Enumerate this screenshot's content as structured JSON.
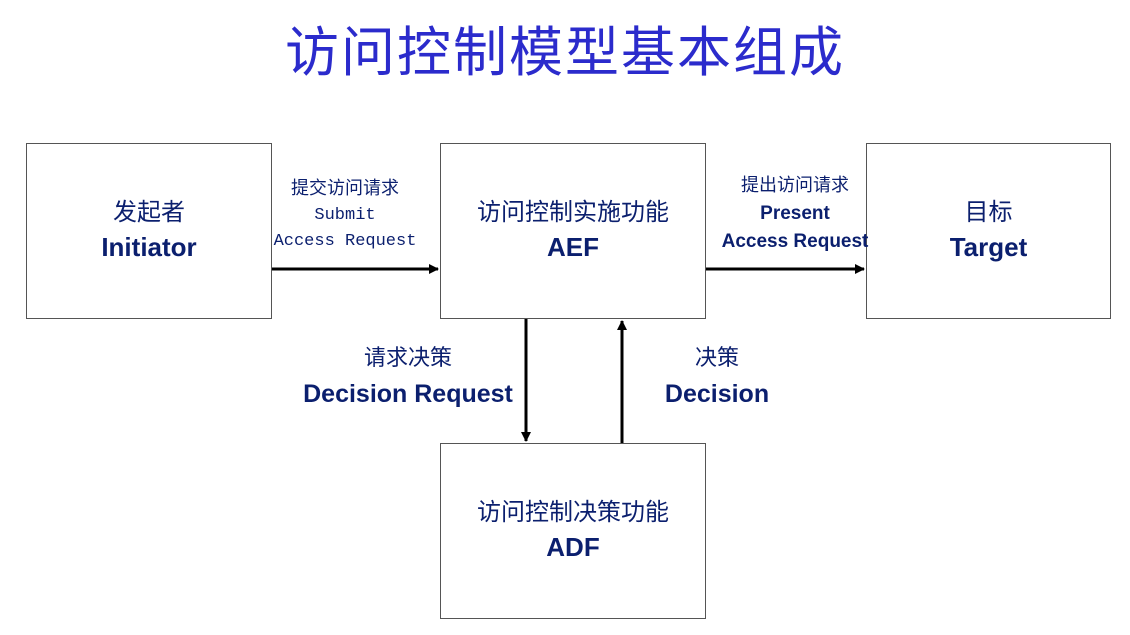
{
  "title": "访问控制模型基本组成",
  "nodes": {
    "initiator": {
      "zh": "发起者",
      "en": "Initiator"
    },
    "aef": {
      "zh": "访问控制实施功能",
      "en": "AEF"
    },
    "target": {
      "zh": "目标",
      "en": "Target"
    },
    "adf": {
      "zh": "访问控制决策功能",
      "en": "ADF"
    }
  },
  "edges": {
    "submit": {
      "zh": "提交访问请求",
      "en1": "Submit",
      "en2": "Access Request"
    },
    "present": {
      "zh": "提出访问请求",
      "en1": "Present",
      "en2": "Access Request"
    },
    "decision_request": {
      "zh": "请求决策",
      "en": "Decision Request"
    },
    "decision": {
      "zh": "决策",
      "en": "Decision"
    }
  },
  "colors": {
    "title": "#2b2bcc",
    "text": "#0b1f6e",
    "line": "#000000",
    "border": "#555555"
  }
}
